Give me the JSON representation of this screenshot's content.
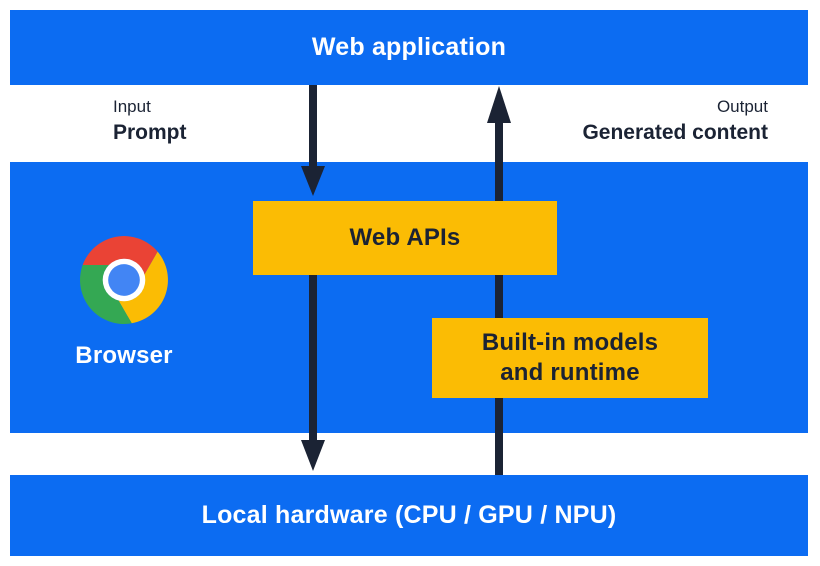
{
  "title_bar": {
    "label": "Web application"
  },
  "io_labels": {
    "input_caption": "Input",
    "input_value": "Prompt",
    "output_caption": "Output",
    "output_value": "Generated content"
  },
  "browser_section": {
    "icon": "chrome-icon",
    "label": "Browser"
  },
  "boxes": {
    "web_apis": "Web APIs",
    "built_in_line1": "Built-in models",
    "built_in_line2": "and runtime"
  },
  "hardware_bar": {
    "label": "Local hardware (CPU / GPU / NPU)"
  },
  "arrows": [
    {
      "name": "input-flow-arrow-upper",
      "direction": "down",
      "from": "Web application",
      "to": "Web APIs"
    },
    {
      "name": "input-flow-arrow-lower",
      "direction": "down",
      "from": "Web APIs",
      "to": "Local hardware (CPU / GPU / NPU)"
    },
    {
      "name": "output-flow-arrow",
      "direction": "up",
      "from": "Local hardware (CPU / GPU / NPU)",
      "to": "Web application"
    }
  ],
  "colors": {
    "section_blue": "#0C6CF2",
    "box_yellow": "#FBBC04",
    "arrow_text_dark": "#1B2334",
    "chrome_red": "#EA4335",
    "chrome_green": "#34A853",
    "chrome_yellow": "#FBBC04",
    "chrome_center_blue": "#4285F4",
    "chrome_ring_white": "#FFFFFF"
  }
}
